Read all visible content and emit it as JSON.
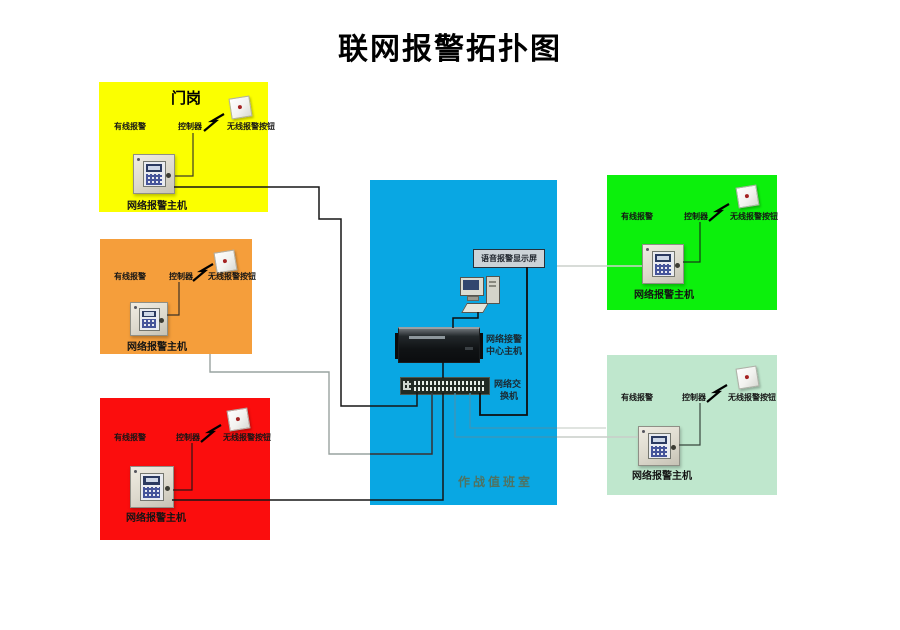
{
  "title": "联网报警拓扑图",
  "shared_labels": {
    "wired_alarm": "有线报警",
    "controller": "控制器",
    "wireless_button": "无线报警按钮",
    "network_alarm_host": "网络报警主机"
  },
  "stations": {
    "gate": {
      "name": "门岗",
      "color": "#fbff00"
    },
    "orange": {
      "color": "#f59e3b"
    },
    "red": {
      "color": "#fb0d0d"
    },
    "green": {
      "color": "#0cf00c"
    },
    "light_green": {
      "color": "#bfe7cd"
    }
  },
  "control_center": {
    "room_name": "作战值班室",
    "color": "#09a7e3",
    "display_screen": "语音报警显示屏",
    "center_host_line1": "网络接警",
    "center_host_line2": "中心主机",
    "switch_line1": "网络交",
    "switch_line2": "换机"
  }
}
